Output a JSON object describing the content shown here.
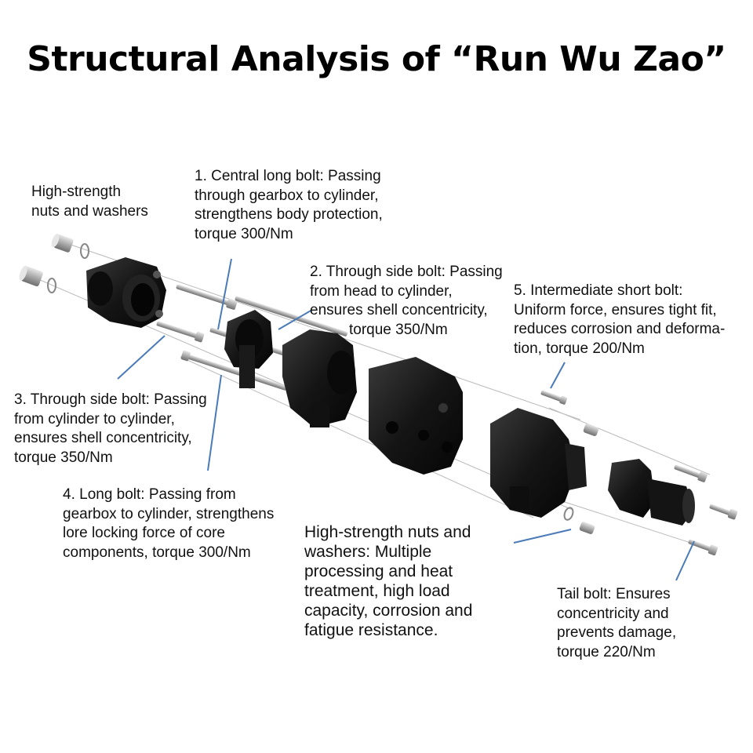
{
  "title": "Structural Analysis of “Run Wu Zao”",
  "colors": {
    "part": "#161616",
    "bolt": "#c2c2c2",
    "leader": "#4a7ab8",
    "axis": "#bbbbbb"
  },
  "callouts": {
    "nuts_top": [
      "High-strength",
      "nuts and washers"
    ],
    "bolt1": [
      "1. Central long bolt: Passing",
      "through gearbox to cylinder,",
      "strengthens body protection,",
      "torque 300/Nm"
    ],
    "bolt2": [
      "2. Through side bolt: Passing",
      "from head to cylinder,",
      "ensures shell concentricity,",
      "torque 350/Nm"
    ],
    "bolt5": [
      "5. Intermediate short bolt:",
      "Uniform force, ensures tight fit,",
      "reduces corrosion and deforma-",
      "tion, torque 200/Nm"
    ],
    "bolt3": [
      "3. Through side bolt: Passing",
      "from cylinder to cylinder,",
      "ensures shell concentricity,",
      "torque 350/Nm"
    ],
    "bolt4": [
      "4. Long bolt: Passing from",
      "gearbox to cylinder, strengthens",
      "lore locking force of core",
      "components, torque 300/Nm"
    ],
    "nuts_bottom": [
      "High-strength nuts and",
      "washers:  Multiple",
      "processing and heat",
      "treatment, high load",
      "capacity,  corrosion and",
      "fatigue resistance."
    ],
    "tail": [
      "Tail bolt: Ensures",
      "concentricity and",
      "prevents damage,",
      "torque 220/Nm"
    ]
  }
}
